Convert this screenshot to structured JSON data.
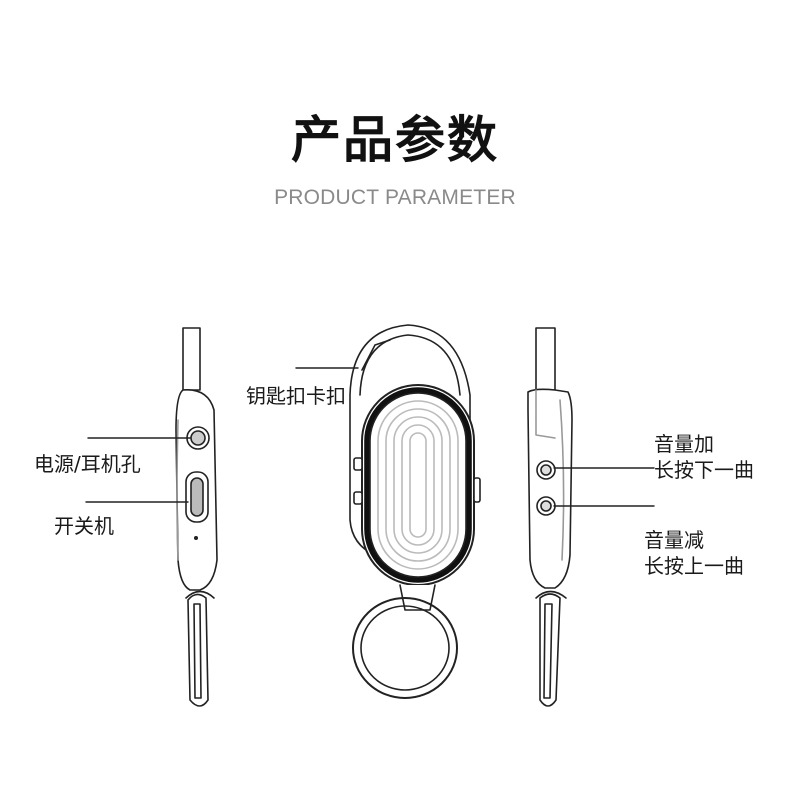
{
  "header": {
    "title": "产品参数",
    "subtitle": "PRODUCT PARAMETER"
  },
  "labels": {
    "keychain_buckle": "钥匙扣卡扣",
    "power_earphone": "电源/耳机孔",
    "power_switch": "开关机",
    "volume_up_line1": "音量加",
    "volume_up_line2": "长按下一曲",
    "volume_down_line1": "音量减",
    "volume_down_line2": "长按上一曲"
  }
}
